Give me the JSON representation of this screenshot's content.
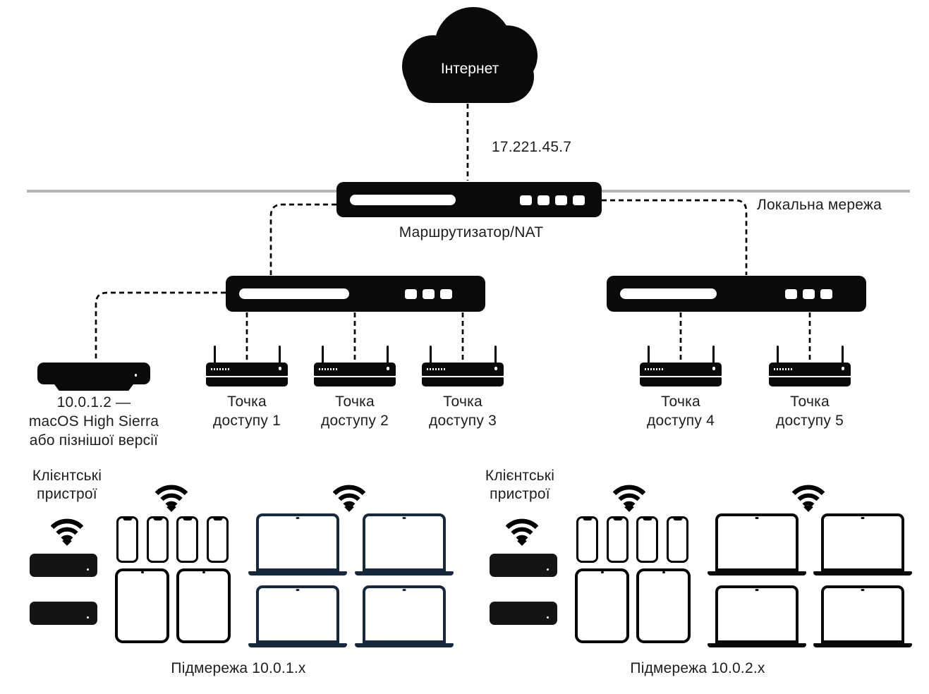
{
  "labels": {
    "internet": "Інтернет",
    "wan_ip": "17.221.45.7",
    "router": "Маршрутизатор/NAT",
    "lan": "Локальна мережа",
    "server": "10.0.1.2 —\nmacOS High Sierra\nабо пізнішої версії"
  },
  "access_points": [
    {
      "label": "Точка\nдоступу 1"
    },
    {
      "label": "Точка\nдоступу 2"
    },
    {
      "label": "Точка\nдоступу 3"
    },
    {
      "label": "Точка\nдоступу 4"
    },
    {
      "label": "Точка\nдоступу 5"
    }
  ],
  "client_groups": [
    {
      "label": "Клієнтські\nпристрої",
      "subnet": "Підмережа 10.0.1.x"
    },
    {
      "label": "Клієнтські\nпристрої",
      "subnet": "Підмережа 10.0.2.x"
    }
  ],
  "colors": {
    "device_black": "#0a0a0a",
    "laptop_navy": "#16293c",
    "lan_line": "#b1b3b6",
    "text": "#1d1d1f"
  }
}
